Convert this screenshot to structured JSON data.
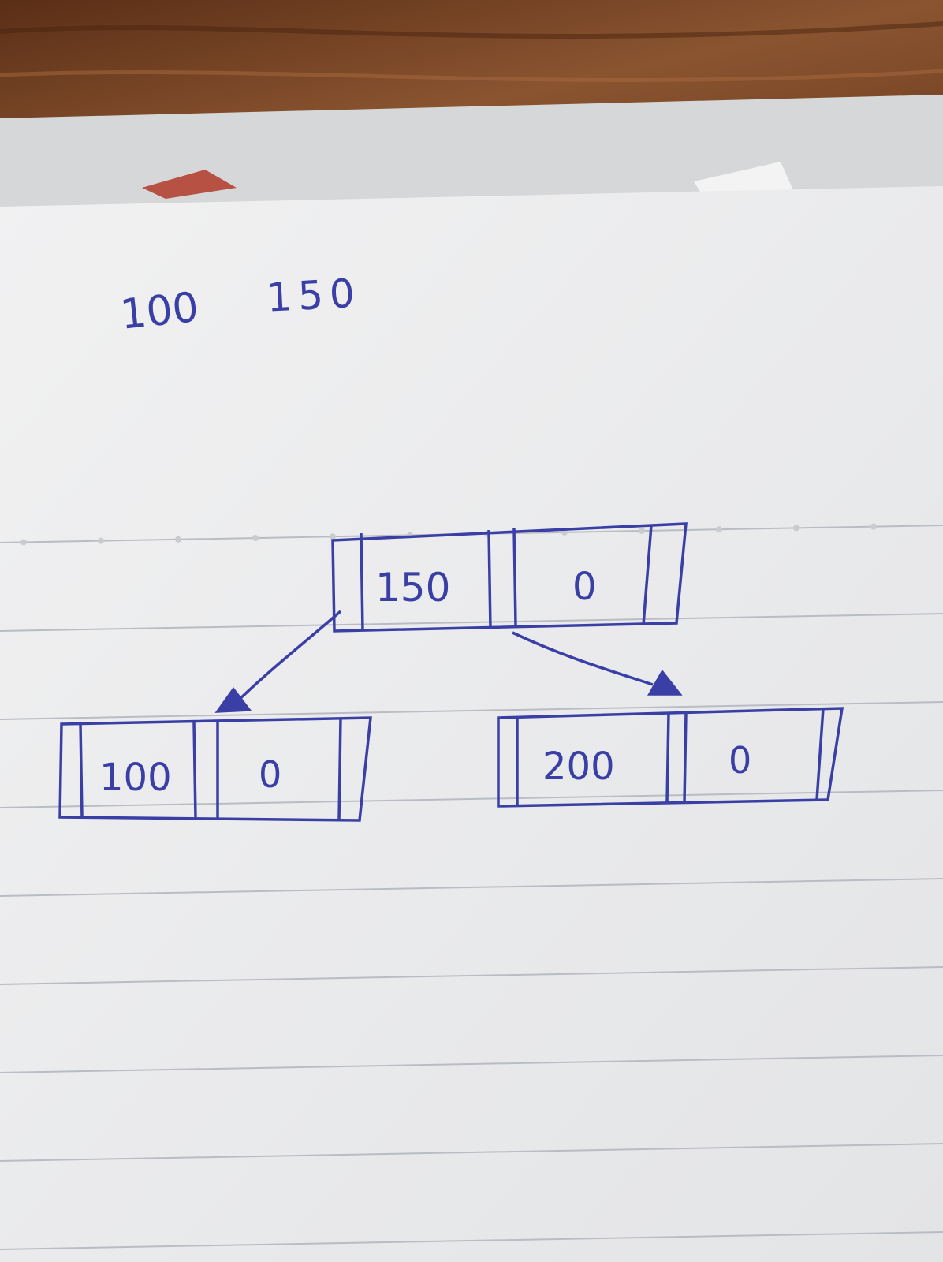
{
  "colors": {
    "ink": "#3a3fa6",
    "paper": "#ededee",
    "rule": "#b9bcc2",
    "table": "#7a4a2a",
    "backing": "#d8d9da"
  },
  "top_note": {
    "first": "100",
    "second": "150"
  },
  "root_node": {
    "key": "150",
    "second": "0"
  },
  "left_node": {
    "key": "100",
    "second": "0"
  },
  "right_node": {
    "key": "200",
    "second": "0"
  }
}
